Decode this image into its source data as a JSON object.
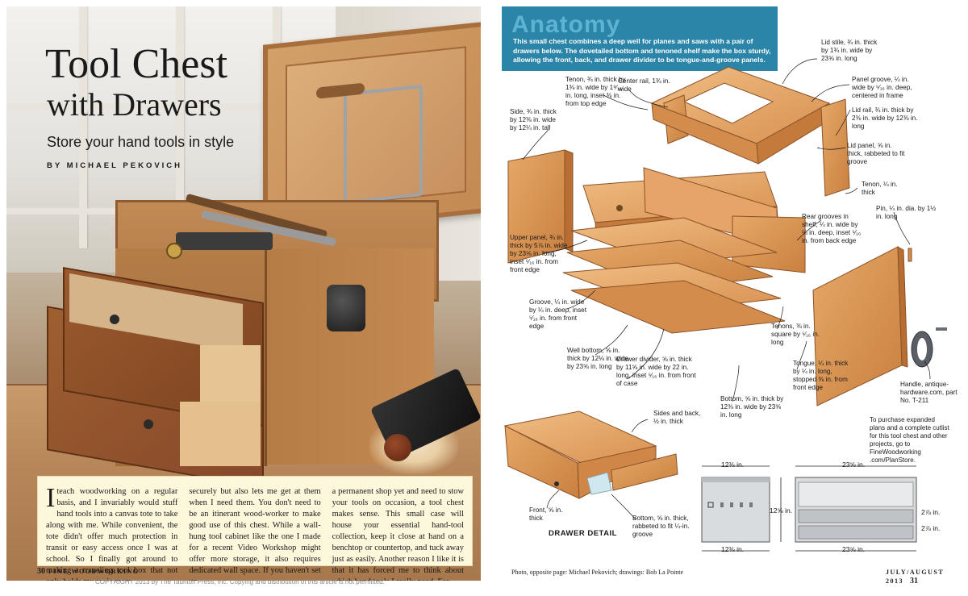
{
  "left": {
    "title_line1": "Tool Chest",
    "title_line2": "with Drawers",
    "subtitle": "Store your hand tools in style",
    "byline": "BY MICHAEL PEKOVICH",
    "body_col1_cap": "I",
    "body_col1": "teach woodworking on a regular basis, and I invariably would stuff hand tools into a canvas tote to take along with me. While convenient, the tote didn't offer much protection in transit or easy access once I was at school. So I finally got around to making a traveling tool box that not only holds my tools more",
    "body_col2": "securely but also lets me get at them when I need them. You don't need to be an itinerant wood-worker to make good use of this chest. While a wall-hung tool cabinet like the one I made for a recent Video Workshop might offer more storage, it also requires dedicated wall space. If you haven't set up",
    "body_col3": "a permanent shop yet and need to stow your tools on occasion, a tool chest makes sense. This small case will house your essential hand-tool collection, keep it close at hand on a benchtop or countertop, and tuck away just as easily. Another reason I like it is that it has forced me to think about which hand tools I really need. For",
    "page_number": "30",
    "magazine": "FINE WOODWORKING",
    "copyright": "COPYRIGHT 2013 by The Taunton Press, Inc. Copying and distribution of this article is not permitted."
  },
  "right": {
    "anatomy_title": "Anatomy",
    "anatomy_intro": "This small chest combines a deep well for planes and saws with a pair of drawers below. The dovetailed bottom and tenoned shelf make the box sturdy, allowing the front, back, and drawer divider to be tongue-and-groove panels.",
    "callouts": {
      "tenon_top": "Tenon, ¾ in. thick by 1⅜ in. wide by 1⁹⁄₁₆ in. long, inset ⅜ in. from top edge",
      "center_rail": "Center rail, 1¾ in. wide",
      "lid_stile": "Lid stile, ¾ in. thick by 1¾ in. wide by 23⅝ in. long",
      "panel_groove": "Panel groove, ¼ in. wide by ⁵⁄₁₆ in. deep, centered in frame",
      "lid_rail": "Lid rail, ¾ in. thick by 2⅜ in. wide by 12⅜ in. long",
      "lid_panel": "Lid panel, ⅝ in. thick, rabbeted to fit groove",
      "side": "Side, ¾ in. thick by 12⅜ in. wide by 12¼ in. tall",
      "tenon_small": "Tenon, ¼ in. thick",
      "pin": "Pin, ¼ in. dia. by 1½ in. long",
      "rear_grooves": "Rear grooves in shelf, ¼ in. wide by ¼ in. deep, inset ⁵⁄₁₆ in. from back edge",
      "upper_panel": "Upper panel, ¾ in. thick by 5⅞ in. wide by 23⅝ in. long, inset ⁵⁄₁₆ in. from front edge",
      "groove": "Groove, ¼ in. wide by ¼ in. deep, inset ⁵⁄₁₆ in. from front edge",
      "well_bottom": "Well bottom, ⅝ in. thick by 12⅛ in. wide by 23⅝ in. long",
      "drawer_divider": "Drawer divider, ⅝ in. thick by 11⅝ in. wide by 22 in. long, inset ⁵⁄₁₆ in. from front of case",
      "tenons_square": "Tenons, ⅜ in. square by ⁵⁄₁₆ in. long",
      "tongue": "Tongue, ¼ in. thick by ¼ in. long, stopped ⅜ in. from front edge",
      "bottom": "Bottom, ⅝ in. thick by 12⅜ in. wide by 23⅝ in. long",
      "handle": "Handle, antique-hardware.com, part No. T-211",
      "sides_back": "Sides and back, ½ in. thick",
      "front": "Front, ⅝ in. thick",
      "drawer_bottom": "Bottom, ⅝ in. thick, rabbeted to fit ¼-in. groove"
    },
    "drawer_detail_label": "DRAWER DETAIL",
    "purchase_note": "To purchase expanded plans and a complete cutlist for this tool chest and other projects, go to FineWoodworking .com/PlanStore.",
    "dims": {
      "side_width_top": "12⅜ in.",
      "side_height": "12⅝ in.",
      "side_width_bottom": "12⅜ in.",
      "front_width_top": "23⅝ in.",
      "drawer_h1": "2⅞ in.",
      "drawer_h2": "2⅞ in.",
      "front_width_bottom": "23⅝ in."
    },
    "photo_credit": "Photo, opposite page: Michael Pekovich; drawings: Bob La Pointe",
    "date": "JULY/AUGUST 2013",
    "page_number": "31"
  }
}
